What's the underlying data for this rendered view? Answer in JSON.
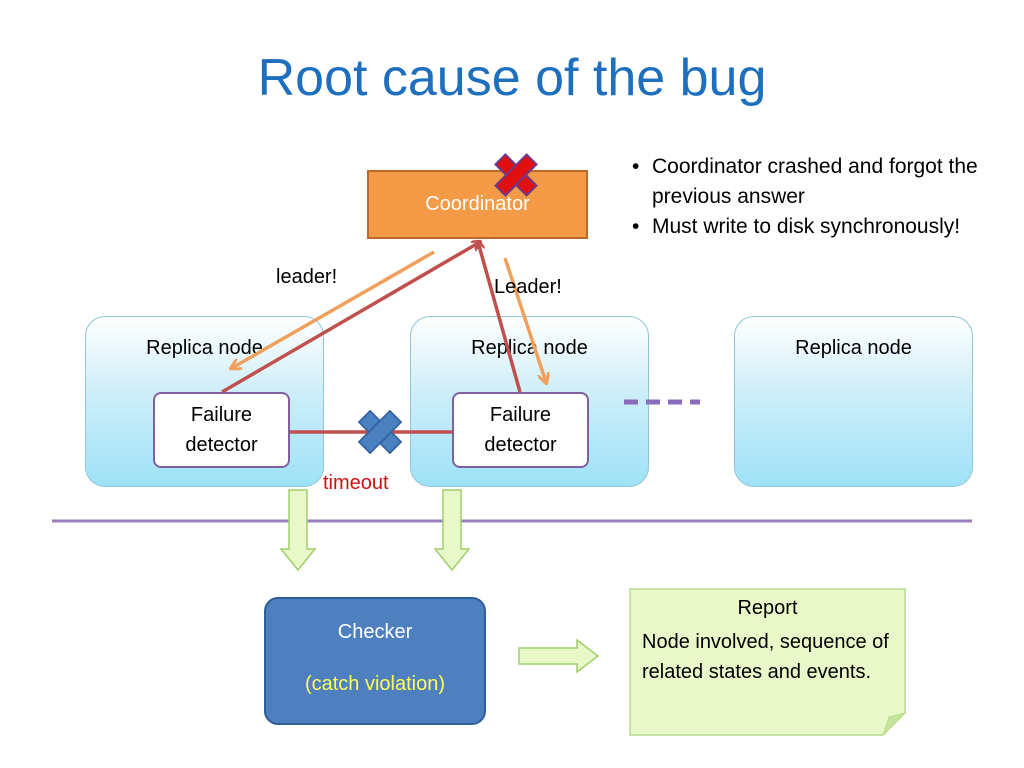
{
  "slide": {
    "title": "Root cause of the bug",
    "bullets": [
      "Coordinator crashed and forgot the previous answer",
      "Must write to disk synchronously!"
    ]
  },
  "diagram": {
    "coordinator_label": "Coordinator",
    "replicas": [
      "Replica node",
      "Replica node",
      "Replica node"
    ],
    "failure_detector_line1": "Failure",
    "failure_detector_line2": "detector",
    "leader_label_left": "leader!",
    "leader_label_right": "Leader!",
    "timeout_label": "timeout",
    "checker_label": "Checker",
    "checker_sub": "(catch violation)",
    "report_title": "Report",
    "report_body": "Node involved, sequence of related states and events."
  },
  "colors": {
    "title": "#1f6fbf",
    "coordinator": "#f59a47",
    "request_arrow": "#c0504d",
    "reply_arrow": "#f0a05a",
    "crash_mark": "#e01010",
    "cut_mark": "#4a7fc0",
    "divider": "#9a7fbf",
    "checker": "#4e7fbf",
    "report": "#e8f8c8"
  }
}
